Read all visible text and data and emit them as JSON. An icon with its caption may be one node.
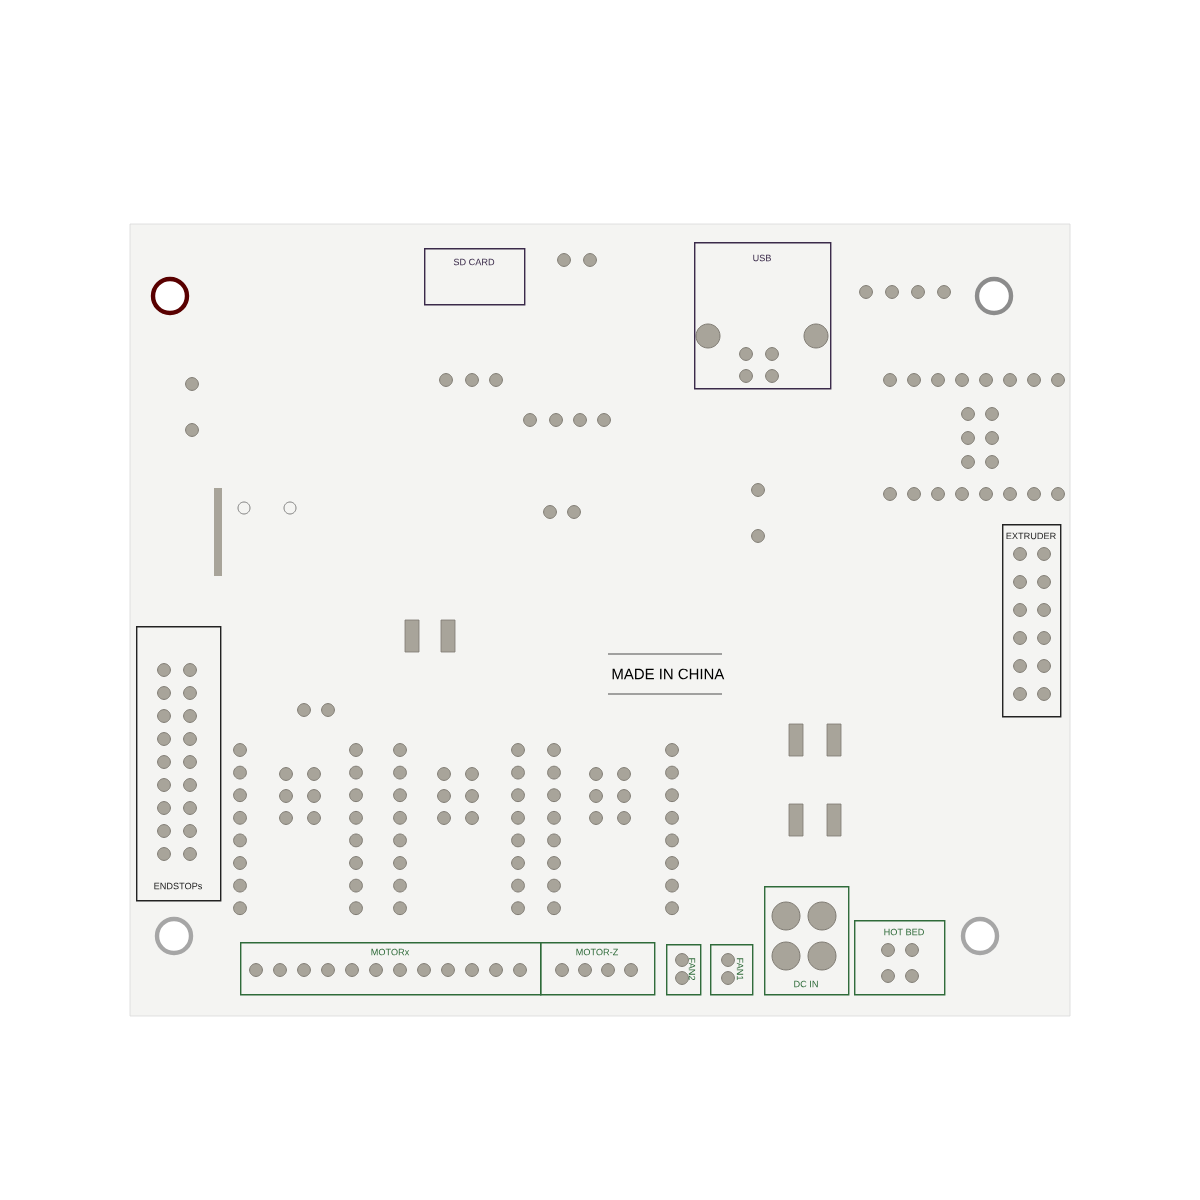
{
  "diagram": {
    "nodes": [
      {
        "text": [
          "SD CARD"
        ]
      },
      {
        "text": [
          "USB"
        ]
      },
      {
        "text": [
          "EXTRUDER"
        ]
      },
      {
        "text": [
          "ENDSTOPs"
        ]
      },
      {
        "text": [
          "MOTORx"
        ]
      },
      {
        "text": [
          "MOTOR-Z"
        ]
      },
      {
        "text": [
          "FAN2"
        ]
      },
      {
        "text": [
          "FAN1"
        ]
      },
      {
        "text": [
          "DC IN"
        ]
      },
      {
        "text": [
          "HOT BED"
        ]
      }
    ],
    "labels": [
      "MADE IN CHINA"
    ]
  }
}
